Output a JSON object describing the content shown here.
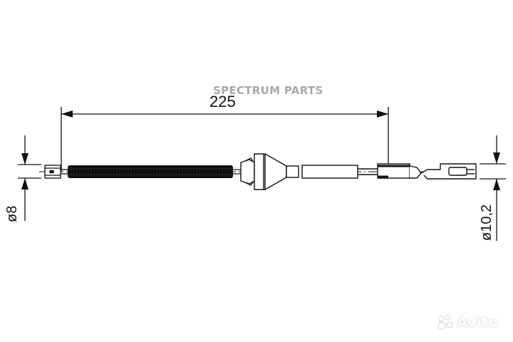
{
  "watermark": {
    "text": "SPECTRUM PARTS",
    "color": "#a8a8a8"
  },
  "dimensions": {
    "length": "225",
    "left_diameter": "ø8",
    "right_diameter": "ø10,2"
  },
  "drawing": {
    "subject": "handbrake-cable",
    "line_color": "#111111",
    "background": "#ffffff"
  },
  "badge": {
    "text": "Avito",
    "icon": "avito-dots-icon"
  }
}
